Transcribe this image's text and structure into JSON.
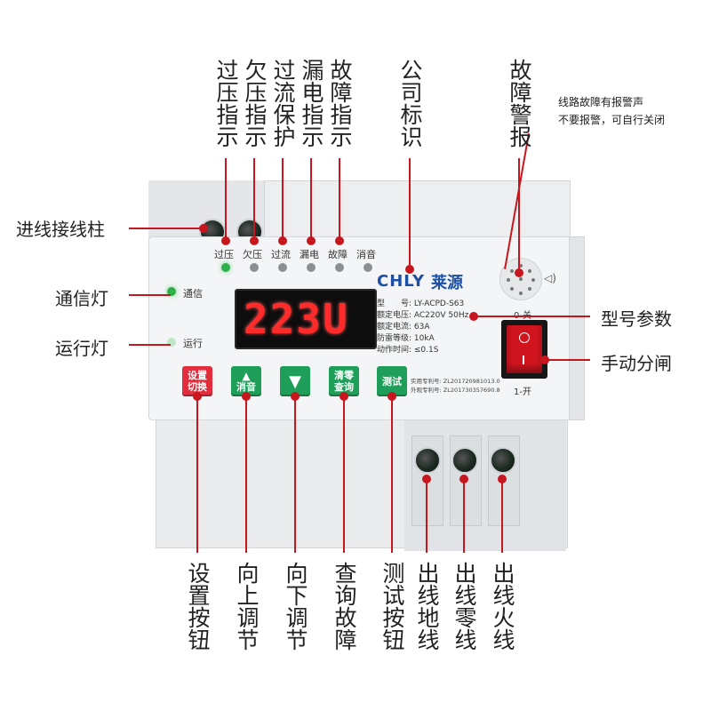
{
  "top_labels": {
    "overvoltage": "过压指示",
    "undervoltage": "欠压指示",
    "overcurrent": "过流保护",
    "leakage": "漏电指示",
    "fault": "故障指示",
    "company_logo": "公司标识",
    "fault_alarm": "故障警报"
  },
  "alarm_note": {
    "line1": "线路故障有报警声",
    "line2": "不要报警，可自行关闭"
  },
  "left_labels": {
    "incoming_terminal": "进线接线柱",
    "comm_light": "通信灯",
    "run_light": "运行灯"
  },
  "right_labels": {
    "model_params": "型号参数",
    "manual_switch": "手动分闸"
  },
  "bottom_labels": {
    "setting_button": "设置按钮",
    "up_adjust": "向上调节",
    "down_adjust": "向下调节",
    "query_fault": "查询故障",
    "test_button": "测试按钮",
    "out_ground": "出线地线",
    "out_neutral": "出线零线",
    "out_live": "出线火线"
  },
  "device": {
    "leds": [
      {
        "label": "过压",
        "on": true
      },
      {
        "label": "欠压",
        "on": false
      },
      {
        "label": "过流",
        "on": false
      },
      {
        "label": "漏电",
        "on": false
      },
      {
        "label": "故障",
        "on": false
      },
      {
        "label": "消音",
        "on": false
      }
    ],
    "comm_led_label": "通信",
    "run_led_label": "运行",
    "display_value": "223U",
    "brand_en": "CHLY",
    "brand_cn": "莱源",
    "specs": {
      "model": "型　　号: LY-ACPD-S63",
      "rated_voltage": "额定电压: AC220V 50Hz",
      "rated_current": "额定电流: 63A",
      "protection": "防雷等级: 10kA",
      "action_time": "动作时间: ≤0.1S"
    },
    "patents": {
      "utility": "实用专利号: ZL201720981013.0",
      "design": "外观专利号: ZL201730357690.8"
    },
    "buttons": {
      "setting": [
        "设置",
        "切换"
      ],
      "up": [
        "▲",
        "消音"
      ],
      "down": "▼",
      "query": [
        "清零",
        "查询"
      ],
      "test": "测试"
    },
    "switch_off_label": "0-关",
    "switch_on_label": "1-开"
  },
  "colors": {
    "annotation_red": "#c8161e",
    "display_red": "#ff2a2a",
    "button_green": "#1e9e58",
    "button_red": "#e12d3c",
    "brand_blue": "#1d4fa2"
  }
}
